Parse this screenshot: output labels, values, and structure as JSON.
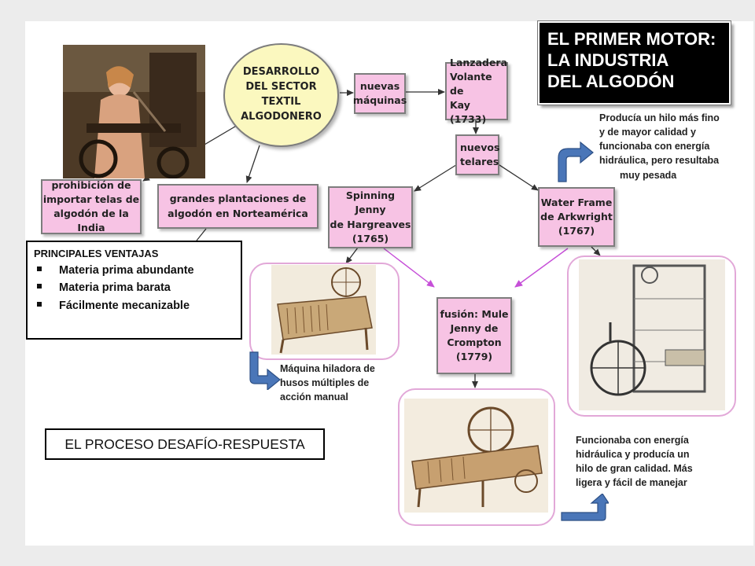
{
  "title": {
    "lines": [
      "EL PRIMER MOTOR:",
      "LA INDUSTRIA",
      "DEL ALGODÓN"
    ]
  },
  "central": {
    "lines": [
      "DESARROLLO",
      "DEL SECTOR",
      "TEXTIL",
      "ALGODONERO"
    ]
  },
  "boxes": {
    "prohibicion": "prohibición de\nimportar telas de\nalgodón de la India",
    "plantaciones": "grandes plantaciones de\nalgodón en Norteamérica",
    "nuevas_maquinas": "nuevas\nmáquinas",
    "lanzadera": "Lanzadera\nVolante de\nKay (1733)",
    "nuevos_telares": "nuevos\ntelares",
    "spinning_jenny": "Spinning Jenny\nde Hargreaves\n(1765)",
    "water_frame": "Water Frame\nde Arkwright\n(1767)",
    "mule_jenny": "fusión: Mule\nJenny de\nCrompton\n(1779)"
  },
  "ventajas": {
    "title": "PRINCIPALES VENTAJAS",
    "items": [
      "Materia prima abundante",
      "Materia prima barata",
      "Fácilmente mecanizable"
    ]
  },
  "proceso": "EL PROCESO DESAFÍO-RESPUESTA",
  "notes": {
    "water_frame": [
      "Producía un hilo más fino",
      "y de mayor calidad y",
      "funcionaba con energía",
      "hidráulica, pero resultaba",
      "muy pesada"
    ],
    "spinning_jenny": [
      "Máquina hiladora de",
      "husos múltiples de",
      "acción manual"
    ],
    "mule_jenny": [
      "Funcionaba con energía",
      "hidráulica y producía un",
      "hilo de gran calidad. Más",
      "ligera y fácil de manejar"
    ]
  },
  "colors": {
    "box_fill": "#f7c3e4",
    "circle_fill": "#fbf8bf",
    "arrow_blue": "#4a76b8",
    "magenta_arrow": "#c64fd8"
  }
}
